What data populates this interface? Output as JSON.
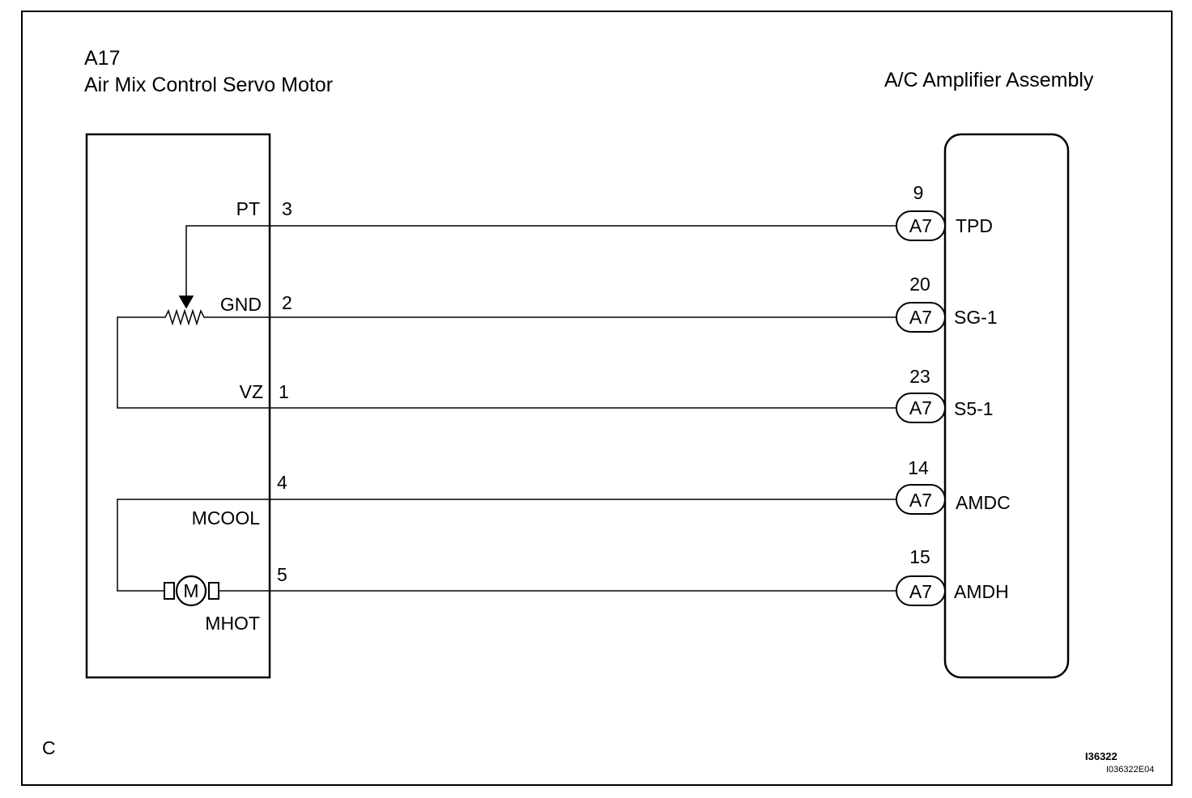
{
  "diagram": {
    "servo": {
      "code": "A17",
      "name": "Air Mix Control Servo Motor"
    },
    "amplifier": {
      "name": "A/C Amplifier Assembly"
    },
    "servo_terminals": [
      {
        "label": "PT",
        "pin": "3"
      },
      {
        "label": "GND",
        "pin": "2"
      },
      {
        "label": "VZ",
        "pin": "1"
      },
      {
        "label": "MCOOL",
        "pin": "4"
      },
      {
        "label": "MHOT",
        "pin": "5"
      }
    ],
    "amplifier_terminals": [
      {
        "pin": "9",
        "connector": "A7",
        "label": "TPD"
      },
      {
        "pin": "20",
        "connector": "A7",
        "label": "SG-1"
      },
      {
        "pin": "23",
        "connector": "A7",
        "label": "S5-1"
      },
      {
        "pin": "14",
        "connector": "A7",
        "label": "AMDC"
      },
      {
        "pin": "15",
        "connector": "A7",
        "label": "AMDH"
      }
    ],
    "motor_symbol": "M",
    "corner_letter": "C",
    "figure_id": "I36322",
    "figure_code": "I036322E04"
  }
}
